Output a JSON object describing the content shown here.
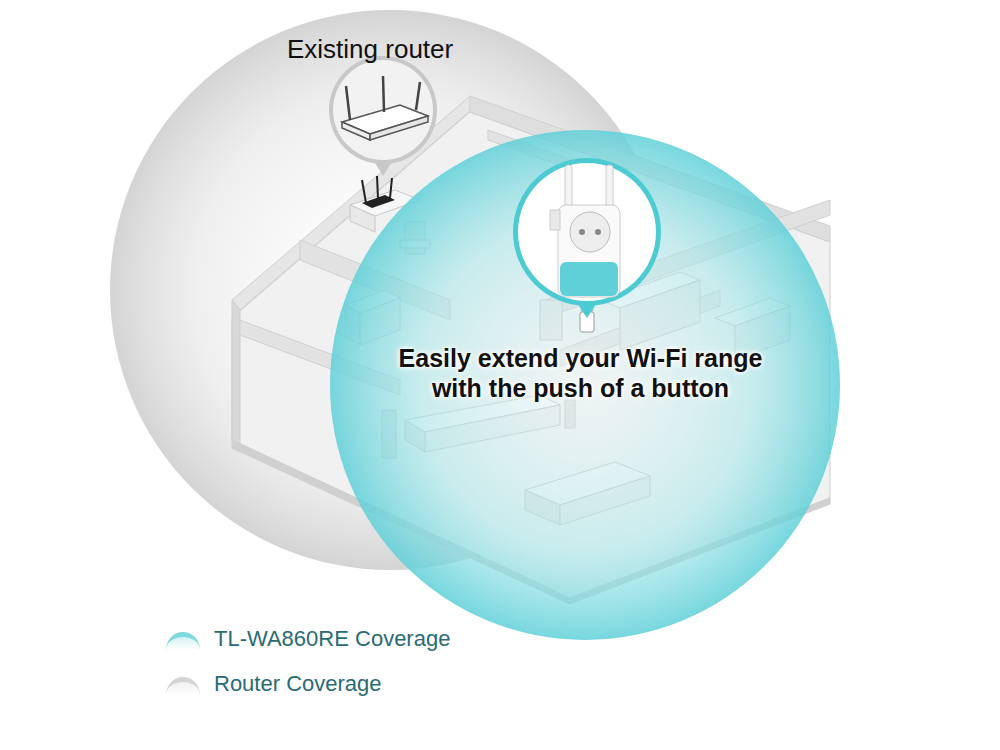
{
  "diagram": {
    "labels": [
      "Existing router",
      "Easily extend your Wi-Fi range with the push of a button"
    ],
    "legend": [
      {
        "text": "TL-WA860RE Coverage",
        "color": "#7dd9de"
      },
      {
        "text": "Router Coverage",
        "color": "#d4d4d4"
      }
    ]
  }
}
